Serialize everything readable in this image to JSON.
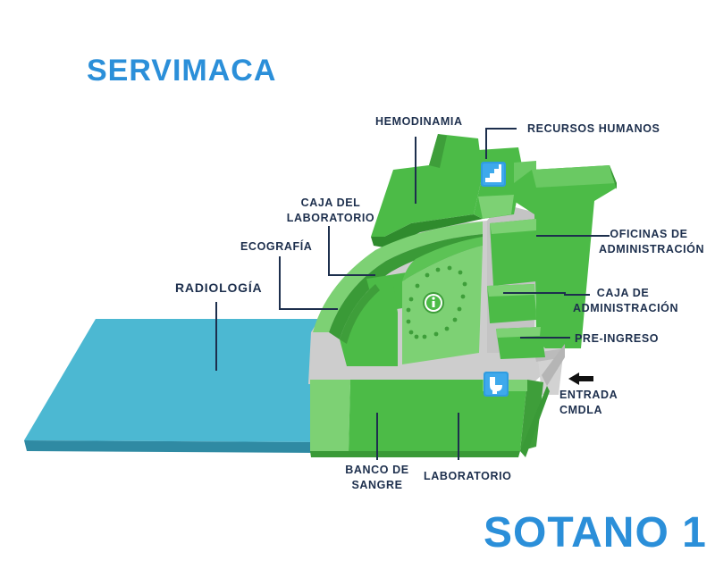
{
  "title": "SERVIMACA",
  "floor": "SOTANO 1",
  "colors": {
    "accent": "#2b8fd9",
    "label": "#1d2f4d",
    "green": "#4cbb47",
    "green_light": "#7dd174",
    "green_dark": "#3a9a37",
    "corridor": "#c9c9c9",
    "radiology": "#4cb8d2"
  },
  "labels": {
    "hemodinamia": "HEMODINAMIA",
    "recursos_humanos": "RECURSOS HUMANOS",
    "caja_lab_1": "CAJA DEL",
    "caja_lab_2": "LABORATORIO",
    "ecografia": "ECOGRAFÍA",
    "radiologia": "RADIOLOGÍA",
    "oficinas_1": "OFICINAS DE",
    "oficinas_2": "ADMINISTRACIÓN",
    "caja_adm_1": "CAJA DE",
    "caja_adm_2": "ADMINISTRACIÓN",
    "pre_ingreso": "PRE-INGRESO",
    "entrada_1": "ENTRADA",
    "entrada_2": "CMDLA",
    "banco_1": "BANCO DE",
    "banco_2": "SANGRE",
    "laboratorio": "LABORATORIO"
  },
  "icons": [
    "stairs-icon",
    "restroom-icon",
    "info-icon",
    "entrance-arrow-icon"
  ]
}
